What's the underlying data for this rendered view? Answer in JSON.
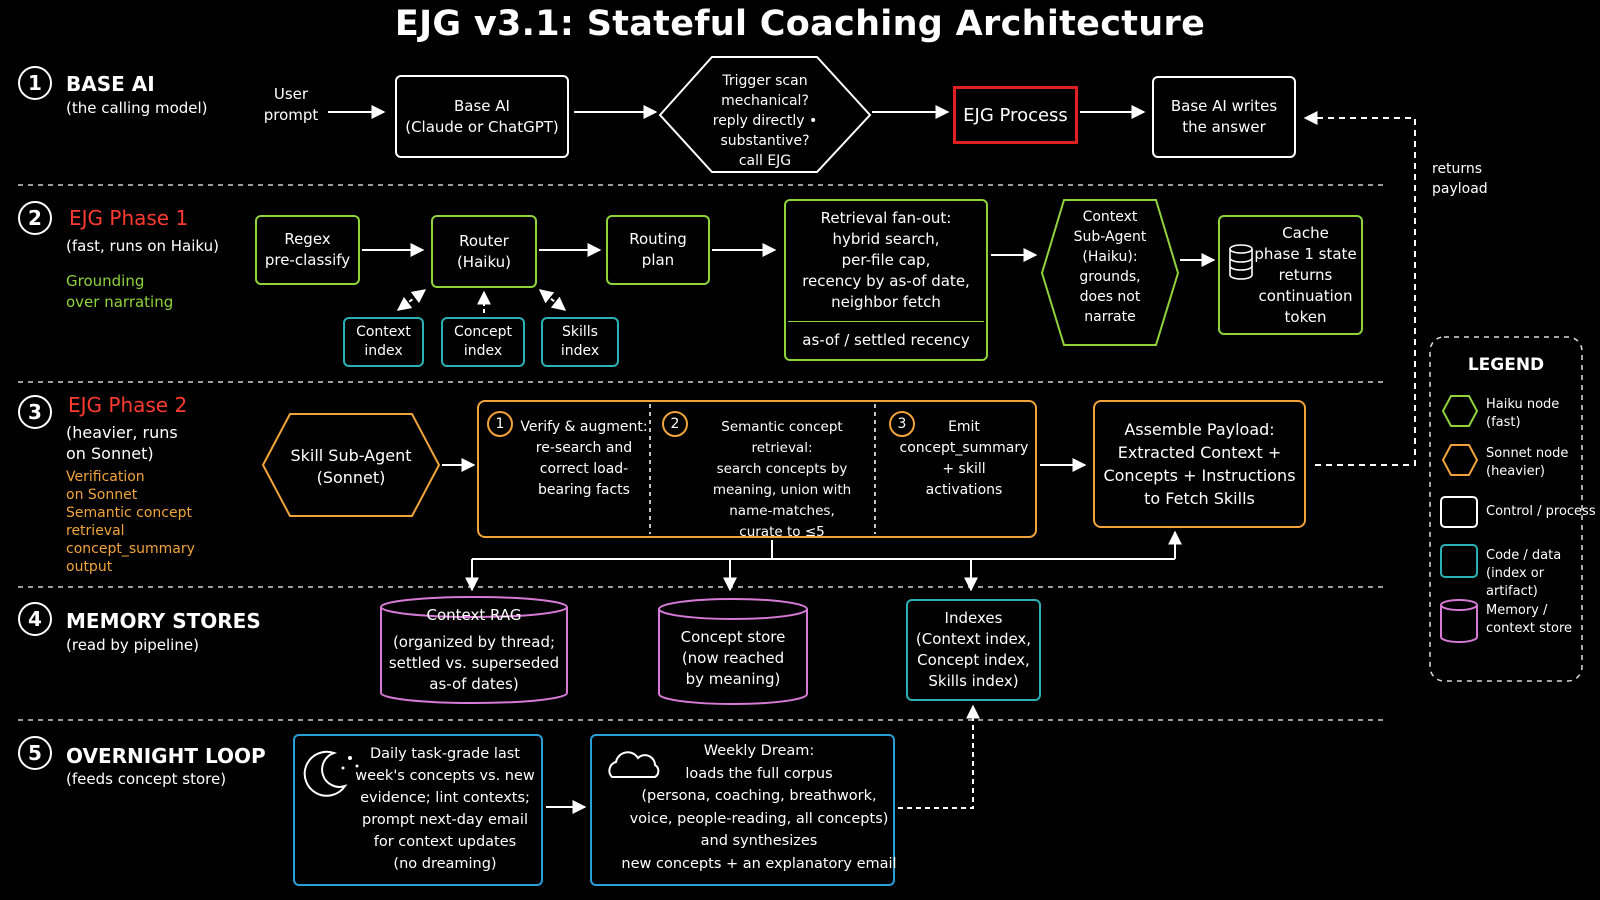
{
  "title": "EJG v3.1: Stateful Coaching Architecture",
  "colors": {
    "haiku": "#8fd33a",
    "sonnet": "#f0a43a",
    "control": "#ffffff",
    "code": "#2ab0b5",
    "memory": "#d67ad6",
    "process_red": "#e02020",
    "loop": "#2a9fd6",
    "phase_title": "#ff3b30"
  },
  "sections": [
    {
      "num": "1",
      "title": "BASE AI",
      "subtitle": "(the calling model)"
    },
    {
      "num": "2",
      "title": "EJG Phase 1",
      "subtitle": "(fast, runs on Haiku)",
      "note": "Grounding\nover narrating"
    },
    {
      "num": "3",
      "title": "EJG Phase 2",
      "subtitle": "(heavier, runs\non Sonnet)",
      "note": "Verification\non Sonnet\nSemantic concept\nretrieval\nconcept_summary\noutput"
    },
    {
      "num": "4",
      "title": "MEMORY STORES",
      "subtitle": "(read by pipeline)"
    },
    {
      "num": "5",
      "title": "OVERNIGHT LOOP",
      "subtitle": "(feeds concept store)"
    }
  ],
  "row1": {
    "user_prompt": "User\nprompt",
    "base_ai": "Base AI\n(Claude or ChatGPT)",
    "trigger": "Trigger scan\nmechanical?\nreply directly •\nsubstantive?\ncall EJG",
    "ejg_process": "EJG Process",
    "writes": "Base AI writes\nthe answer",
    "returns": "returns\npayload"
  },
  "row2": {
    "regex": "Regex\npre-classify",
    "router": "Router\n(Haiku)",
    "routing_plan": "Routing\nplan",
    "fanout": "Retrieval fan-out:\nhybrid search,\nper-file cap,\nrecency by as-of date,\nneighbor fetch",
    "fanout_foot": "as-of / settled recency",
    "context_agent": "Context\nSub-Agent\n(Haiku):\ngrounds,\ndoes not\nnarrate",
    "cache": "Cache\nphase 1 state\nreturns\ncontinuation\ntoken",
    "context_index": "Context\nindex",
    "concept_index": "Concept\nindex",
    "skills_index": "Skills\nindex"
  },
  "row3": {
    "skill_agent": "Skill Sub-Agent\n(Sonnet)",
    "step1_num": "1",
    "step1": "Verify & augment:\nre-search and\ncorrect load-\nbearing facts",
    "step2_num": "2",
    "step2": "Semantic concept retrieval:\nsearch concepts by\nmeaning, union with\nname-matches,\ncurate to ≤5",
    "step3_num": "3",
    "step3": "Emit\nconcept_summary\n+ skill\nactivations",
    "assemble": "Assemble Payload:\nExtracted Context +\nConcepts + Instructions\nto Fetch Skills"
  },
  "row4": {
    "context_rag_title": "Context RAG",
    "context_rag_body": "(organized by thread;\nsettled vs. superseded\nas-of dates)",
    "concept_store": "Concept store\n(now reached\nby meaning)",
    "indexes": "Indexes\n(Context index,\nConcept index,\nSkills index)"
  },
  "row5": {
    "daily": "Daily task-grade last\nweek's concepts vs. new\nevidence; lint contexts;\nprompt next-day email\nfor context updates\n(no dreaming)",
    "weekly": "Weekly Dream:\nloads the full corpus\n(persona, coaching, breathwork,\nvoice, people-reading, all concepts)\nand synthesizes\nnew concepts + an explanatory email",
    "moon_icon": "moon-stars-icon",
    "cloud_icon": "cloud-icon"
  },
  "legend": {
    "title": "LEGEND",
    "items": [
      {
        "label": "Haiku node\n(fast)"
      },
      {
        "label": "Sonnet node\n(heavier)"
      },
      {
        "label": "Control / process"
      },
      {
        "label": "Code / data\n(index or artifact)"
      },
      {
        "label": "Memory /\ncontext store"
      }
    ]
  }
}
